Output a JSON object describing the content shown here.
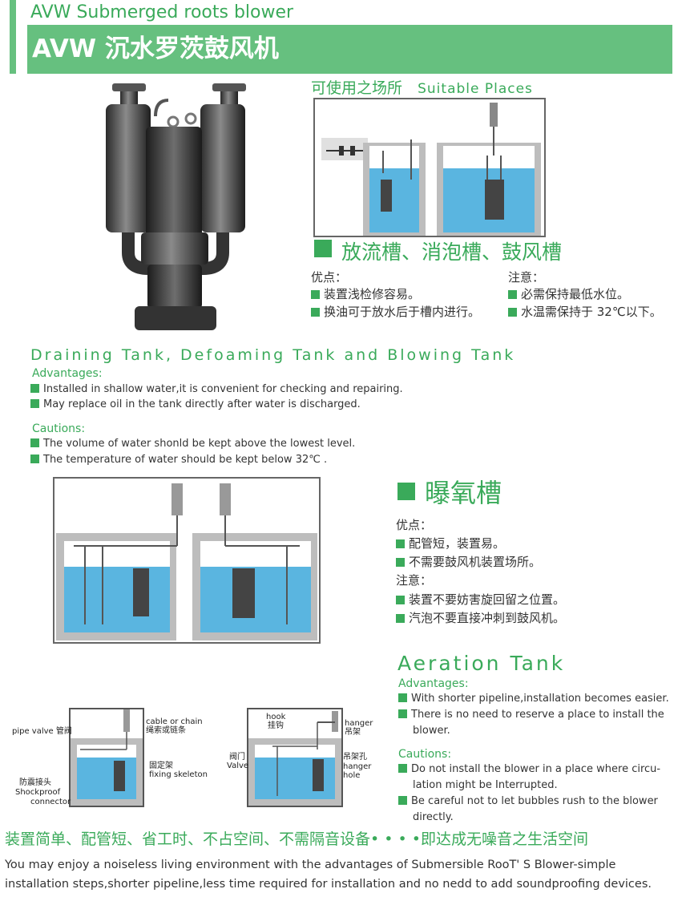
{
  "header": {
    "subtitle_en": "AVW Submerged roots blower",
    "title_cn": "AVW 沉水罗茨鼓风机",
    "accent": "#66c07f"
  },
  "suitable": {
    "label_cn": "可使用之场所",
    "label_en": "Suitable Places"
  },
  "drain": {
    "title_cn": "放流槽、消泡槽、鼓风槽",
    "adv_cn_title": "优点：",
    "adv_cn": [
      "装置浅检修容易。",
      "换油可于放水后于槽内进行。"
    ],
    "caution_cn_title": "注意：",
    "caution_cn": [
      "必需保持最低水位。",
      "水温需保持于 32℃以下。"
    ],
    "title_en": "Draining Tank, Defoaming Tank and Blowing Tank",
    "adv_en_title": "Advantages:",
    "adv_en": [
      "Installed in shallow water,it is convenient for checking and repairing.",
      "May replace oil in the tank directly after water is discharged."
    ],
    "caution_en_title": "Cautions:",
    "caution_en": [
      "The volume of water shonld be kept above the lowest level.",
      "The temperature of water should be kept below 32℃ ."
    ]
  },
  "aeration": {
    "title_cn": "曝氧槽",
    "adv_cn_title": "优点：",
    "adv_cn": [
      "配管短，装置易。",
      "不需要鼓风机装置场所。"
    ],
    "caution_cn_title": "注意：",
    "caution_cn": [
      "装置不要妨害旋回留之位置。",
      "汽泡不要直接冲刺到鼓风机。"
    ],
    "title_en": "Aeration Tank",
    "adv_en_title": "Advantages:",
    "adv_en": [
      "With shorter pipeline,installation becomes easier.",
      "There is no need to reserve a place to install the blower."
    ],
    "caution_en_title": "Cautions:",
    "caution_en": [
      "Do not install the blower in a place where circu-lation might be Interrupted.",
      "Be careful not to let bubbles rush to the blower directly."
    ]
  },
  "install_labels": {
    "pipe_valve": "pipe valve 管阀",
    "cable_chain": "cable or chain",
    "cable_chain_cn": "绳索或链条",
    "fixing_cn": "固定架",
    "fixing_en": "fixing skeleton",
    "shock_cn": "防震接头",
    "shock_en1": "Shockproof",
    "shock_en2": "connector",
    "hook_en": "hook",
    "hook_cn": "挂钩",
    "hanger_en": "hanger",
    "hanger_cn": "吊架",
    "valve_cn": "阀门",
    "valve_en": "Valve",
    "hanger_hole_cn": "吊架孔",
    "hanger_hole_en1": "hanger",
    "hanger_hole_en2": "hole"
  },
  "footer": {
    "cn": "装置简单、配管短、省工时、不占空间、不需隔音设备• • • •即达成无噪音之生活空间",
    "en": "You may enjoy a noiseless living environment with the advantages of Submersible RooT' S Blower-simple installation steps,shorter pipeline,less time required for installation and no nedd to add soundproofing devices."
  },
  "colors": {
    "green": "#3aaa5a",
    "water": "#5ab5e0",
    "concrete": "#bdbdbd"
  }
}
